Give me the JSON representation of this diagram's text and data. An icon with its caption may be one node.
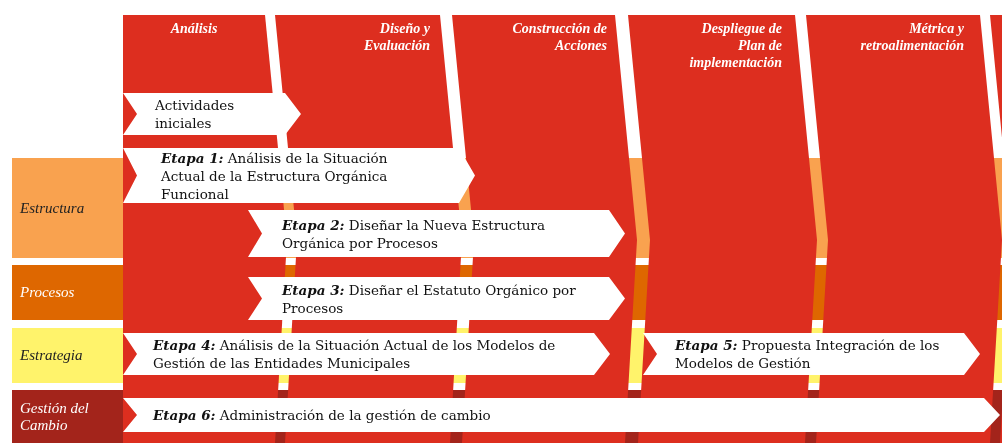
{
  "diagram": {
    "nodes": [
      {
        "text": [
          "Análisis"
        ]
      },
      {
        "text": [
          "Diseño y Evaluación"
        ]
      },
      {
        "text": [
          "Construcción de Acciones"
        ]
      },
      {
        "text": [
          "Despliegue de Plan de implementación"
        ]
      },
      {
        "text": [
          "Métrica y retroalimentación"
        ]
      },
      {
        "text": [
          "Estructura"
        ]
      },
      {
        "text": [
          "Procesos"
        ]
      },
      {
        "text": [
          "Estrategia"
        ]
      },
      {
        "text": [
          "Gestión del Cambio"
        ]
      },
      {
        "text": [
          "Actividades iniciales"
        ]
      },
      {
        "text": [
          "**Etapa 1:** Análisis de la Situación Actual de la Estructura Orgánica Funcional"
        ]
      },
      {
        "text": [
          "**Etapa 2:** Diseñar la Nueva Estructura Orgánica por Procesos"
        ]
      },
      {
        "text": [
          "**Etapa 3:** Diseñar el Estatuto Orgánico por Procesos"
        ]
      },
      {
        "text": [
          "**Etapa 4:** Análisis de la Situación Actual de los Modelos de Gestión de las Entidades Municipales"
        ]
      },
      {
        "text": [
          "**Etapa 5:** Propuesta Integración de los Modelos de Gestión"
        ]
      },
      {
        "text": [
          "**Etapa 6:** Administración de la gestión de cambio"
        ]
      }
    ]
  }
}
